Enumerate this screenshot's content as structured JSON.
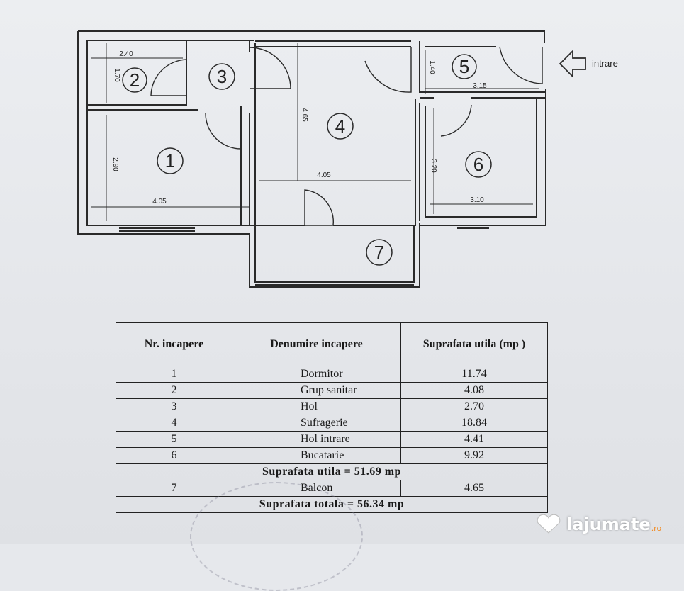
{
  "plan": {
    "entry_label": "intrare",
    "rooms": [
      {
        "number": "1"
      },
      {
        "number": "2"
      },
      {
        "number": "3"
      },
      {
        "number": "4"
      },
      {
        "number": "5"
      },
      {
        "number": "6"
      },
      {
        "number": "7"
      }
    ],
    "dimensions": {
      "r2_width": "2.40",
      "r2_height": "1.70",
      "r1_height": "2.90",
      "r1_width": "4.05",
      "r4_height": "4.65",
      "r4_width": "4.05",
      "r5_height": "1.40",
      "r5_width": "3.15",
      "r6_height": "3.20",
      "r6_width": "3.10"
    }
  },
  "table": {
    "headers": [
      "Nr. incapere",
      "Denumire incapere",
      "Suprafata utila (mp )"
    ],
    "rows": [
      {
        "nr": "1",
        "name": "Dormitor",
        "area": "11.74"
      },
      {
        "nr": "2",
        "name": "Grup sanitar",
        "area": "4.08"
      },
      {
        "nr": "3",
        "name": "Hol",
        "area": "2.70"
      },
      {
        "nr": "4",
        "name": "Sufragerie",
        "area": "18.84"
      },
      {
        "nr": "5",
        "name": "Hol intrare",
        "area": "4.41"
      },
      {
        "nr": "6",
        "name": "Bucatarie",
        "area": "9.92"
      }
    ],
    "useful_total": "Suprafata utila = 51.69 mp",
    "balcony": {
      "nr": "7",
      "name": "Balcon",
      "area": "4.65"
    },
    "grand_total": "Suprafata totala = 56.34 mp"
  },
  "watermark": {
    "name": "lajumate",
    "tld": ".ro"
  }
}
